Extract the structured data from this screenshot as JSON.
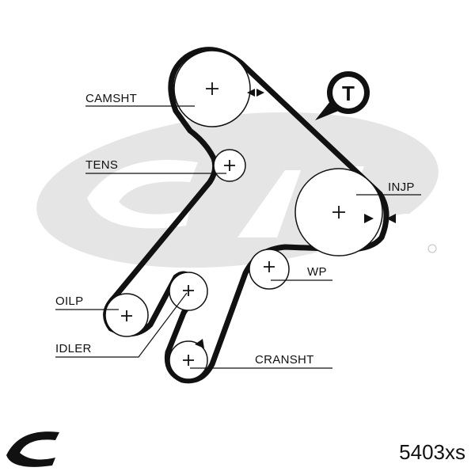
{
  "diagram": {
    "labels": {
      "camshaft": "CAMSHT",
      "tensioner": "TENS",
      "injection_pump": "INJP",
      "water_pump": "WP",
      "oil_pump": "OILP",
      "idler": "IDLER",
      "crankshaft": "CRANSHT"
    },
    "tensioner_badge": "T",
    "brand_logo": "Gates",
    "part_number": "5403xs"
  }
}
